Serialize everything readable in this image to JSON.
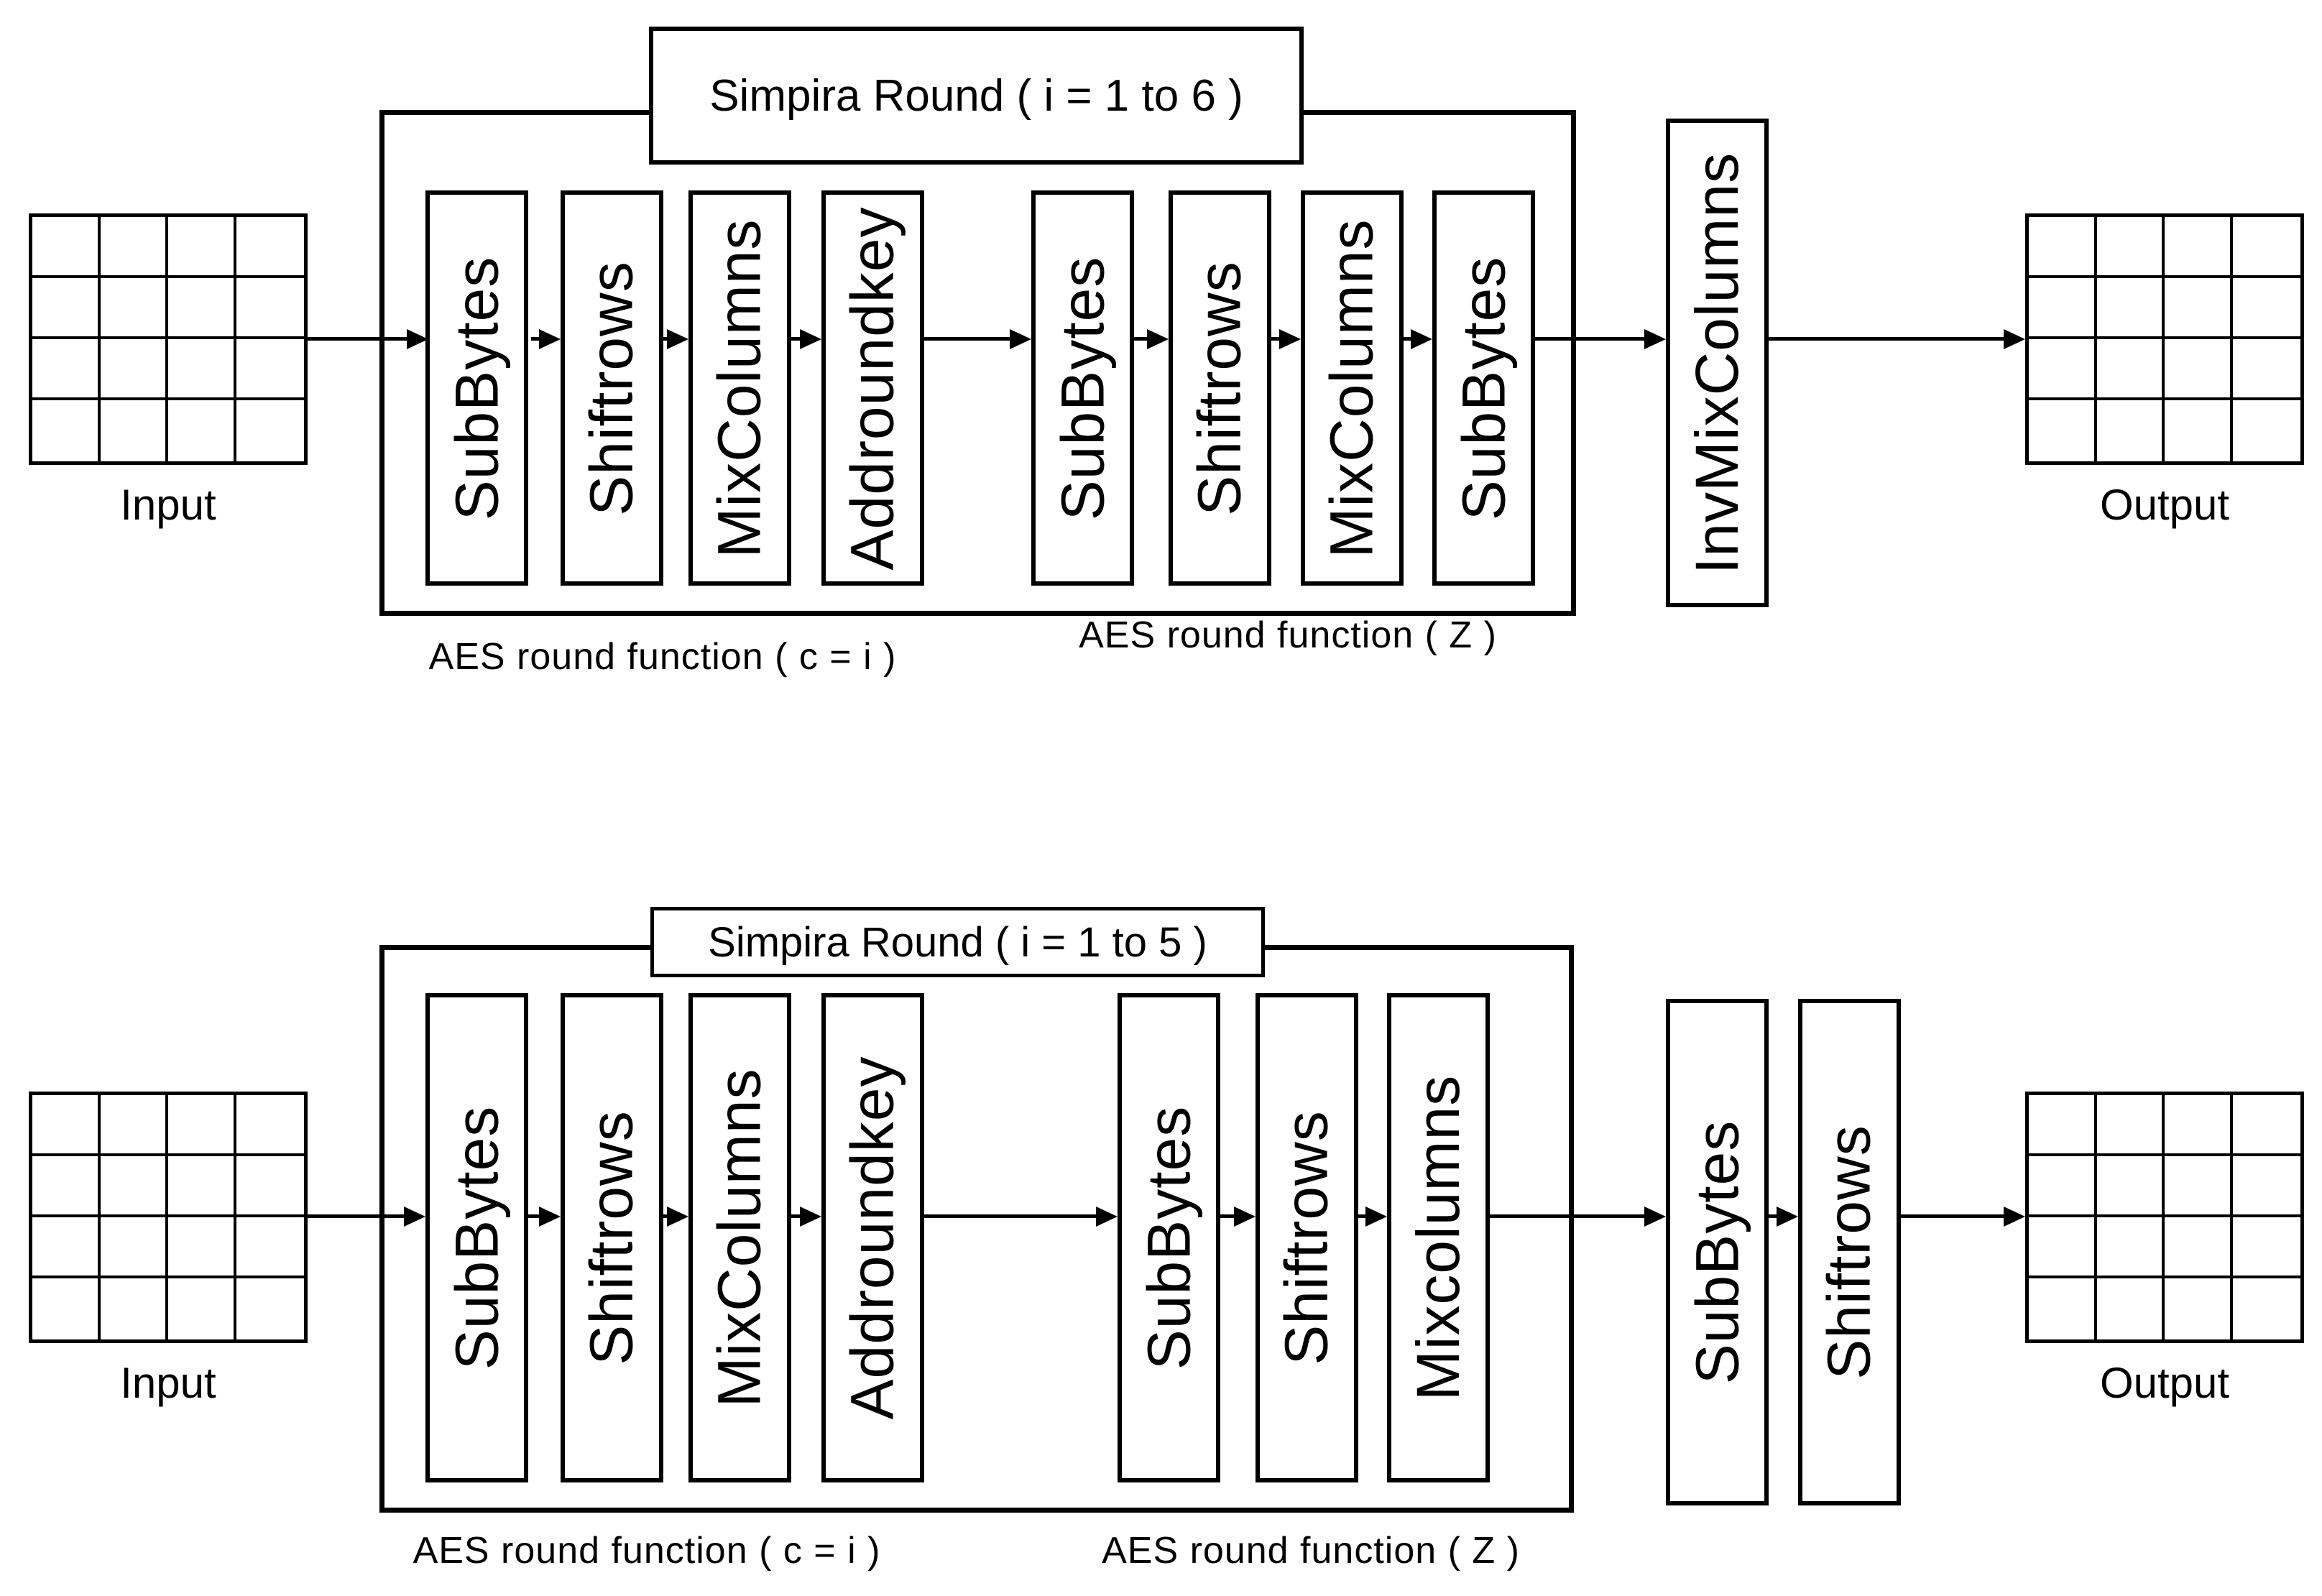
{
  "background": "#ffffff",
  "line_color": "#000000",
  "diagrams": [
    {
      "title": "Simpira Round ( i = 1 to 6 )",
      "input_label": "Input",
      "output_label": "Output",
      "round_boxes": [
        "SubBytes",
        "Shiftrows",
        "MixColumns",
        "Addroundkey",
        "SubBytes",
        "Shiftrows",
        "MixColumns",
        "SubBytes"
      ],
      "post_boxes": [
        "InvMixColumns"
      ],
      "captions": [
        "AES round function ( c = i )",
        "AES round function ( Z )"
      ]
    },
    {
      "title": "Simpira Round ( i = 1 to 5 )",
      "input_label": "Input",
      "output_label": "Output",
      "round_boxes": [
        "SubBytes",
        "Shiftrows",
        "MixColumns",
        "Addroundkey",
        "SubBytes",
        "Shiftrows",
        "Mixcolumns"
      ],
      "post_boxes": [
        "SubBytes",
        "Shiftrows"
      ],
      "captions": [
        "AES round function ( c = i )",
        "AES round function ( Z )"
      ]
    }
  ]
}
